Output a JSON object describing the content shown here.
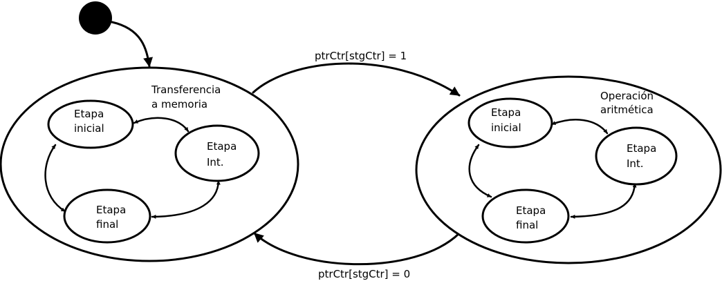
{
  "diagram": {
    "type": "state-diagram",
    "transitions": {
      "top_label": "ptrCtr[stgCtr] = 1",
      "bottom_label": "ptrCtr[stgCtr] = 0"
    },
    "left_state": {
      "title_line1": "Transferencia",
      "title_line2": "a memoria",
      "substates": {
        "initial": {
          "line1": "Etapa",
          "line2": "inicial"
        },
        "intermediate": {
          "line1": "Etapa",
          "line2": "Int."
        },
        "final": {
          "line1": "Etapa",
          "line2": "final"
        }
      }
    },
    "right_state": {
      "title_line1": "Operación",
      "title_line2": "aritmética",
      "substates": {
        "initial": {
          "line1": "Etapa",
          "line2": "inicial"
        },
        "intermediate": {
          "line1": "Etapa",
          "line2": "Int."
        },
        "final": {
          "line1": "Etapa",
          "line2": "final"
        }
      }
    }
  }
}
